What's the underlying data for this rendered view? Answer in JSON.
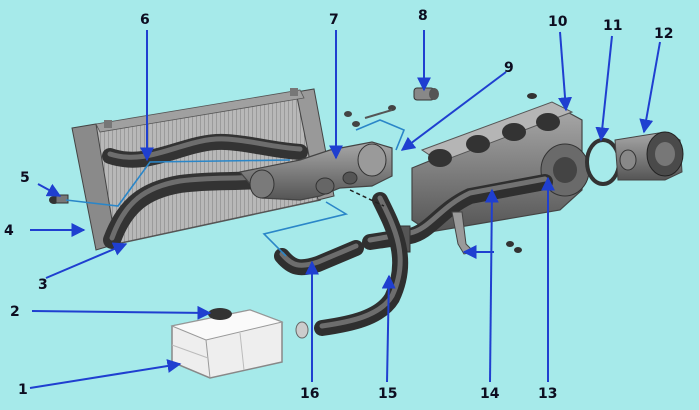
{
  "diagram": {
    "background_color": "#a6eaea",
    "arrow_color": "#1f3fd0",
    "line_color": "#2a86c8",
    "labels": [
      "1",
      "2",
      "3",
      "4",
      "5",
      "6",
      "7",
      "8",
      "9",
      "10",
      "11",
      "12",
      "13",
      "14",
      "15",
      "16"
    ]
  }
}
